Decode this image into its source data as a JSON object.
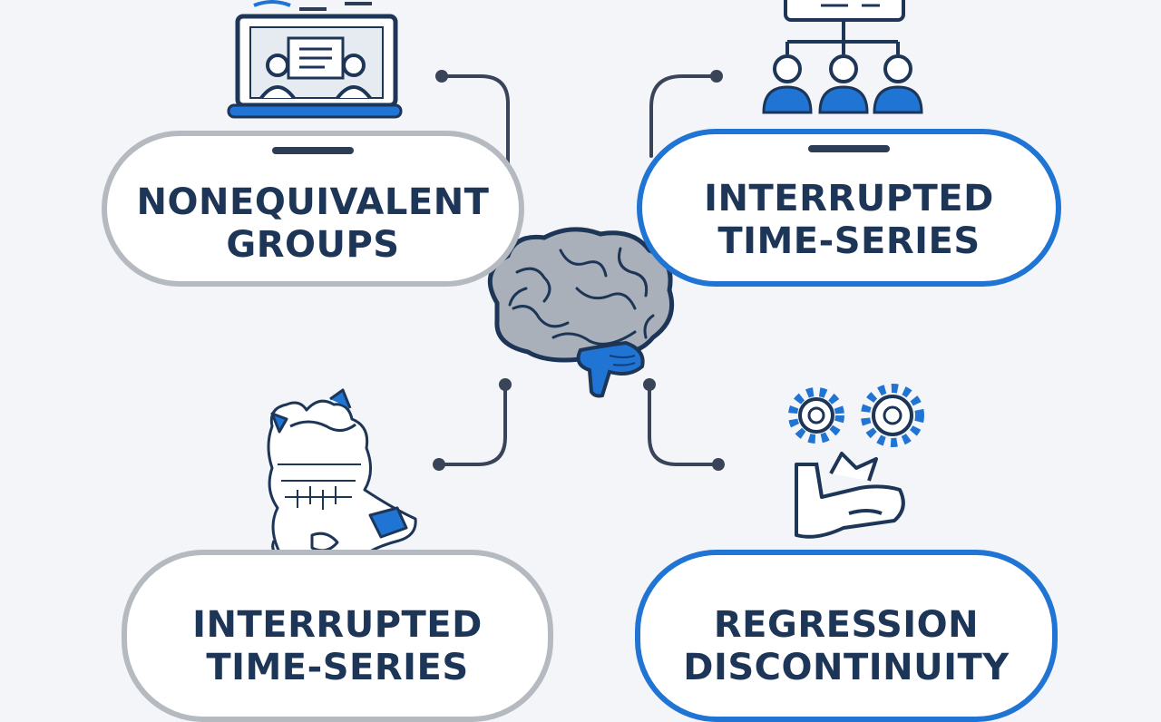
{
  "center": {
    "icon": "brain-icon"
  },
  "methods": [
    {
      "id": "top-left",
      "line1": "NONEQUIVALENT",
      "line2": "GROUPS",
      "icon": "laptop-meeting-icon",
      "border_color": "#b5b9c0"
    },
    {
      "id": "top-right",
      "line1": "INTERRUPTED",
      "line2": "TIME-SERIES",
      "icon": "org-chart-icon",
      "border_color": "#1f74d4"
    },
    {
      "id": "bottom-left",
      "line1": "INTERRUPTED",
      "line2": "TIME-SERIES",
      "icon": "sketch-figure-icon",
      "border_color": "#b5b9c0"
    },
    {
      "id": "bottom-right",
      "line1": "REGRESSION",
      "line2": "DISCONTINUITY",
      "icon": "gears-icon",
      "border_color": "#1f74d4"
    }
  ],
  "colors": {
    "accent": "#1f74d4",
    "navy": "#1d3557",
    "gray": "#b5b9c0",
    "connector": "#3a4458"
  }
}
